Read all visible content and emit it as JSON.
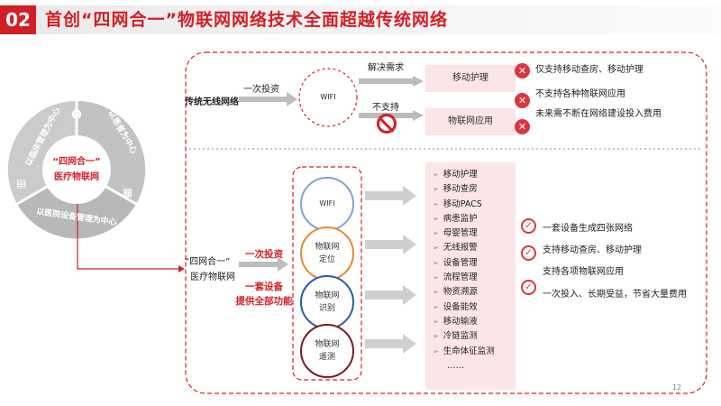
{
  "header": {
    "number": "02",
    "title": "首创“四网合一”物联网网络技术全面超越传统网络"
  },
  "ring": {
    "segments": [
      "以临床管理为中心",
      "以患者为中心",
      "以医院设备管理为中心"
    ],
    "center_line1": "“四网合一”",
    "center_line2": "医疗物联网"
  },
  "traditional": {
    "label": "传统无线网络",
    "invest_label": "一次投资",
    "wifi_label": "WIFI",
    "need_label": "解决需求",
    "unsupported_label": "不支持",
    "box_nursing": "移动护理",
    "box_iot": "物联网应用",
    "notes": [
      "仅支持移动查房、移动护理",
      "不支持各种物联网应用",
      "未来需不断在网络建设投入费用"
    ]
  },
  "four_net": {
    "label_line1": "“四网合一”",
    "label_line2": "医疗物联网",
    "invest_label": "一次投资",
    "device_line1": "一套设备",
    "device_line2": "提供全部功能",
    "circles": [
      {
        "line1": "WIFI",
        "line2": ""
      },
      {
        "line1": "物联网",
        "line2": "定位"
      },
      {
        "line1": "物联网",
        "line2": "识别"
      },
      {
        "line1": "物联网",
        "line2": "遥测"
      }
    ],
    "apps": [
      "移动护理",
      "移动查房",
      "移动PACS",
      "病患监护",
      "母婴管理",
      "无线报警",
      "设备管理",
      "流程管理",
      "物资溯源",
      "设备能效",
      "移动输液",
      "冷链监测",
      "生命体征监测",
      "……"
    ],
    "benefits": [
      "一套设备生成四张网络",
      "支持移动查房、移动护理",
      "支持各项物联网应用",
      "一次投入、长期受益，节省大量费用"
    ]
  },
  "icons": {
    "cross": "cross-icon",
    "check": "check-icon",
    "prohibited": "prohibited-icon"
  },
  "colors": {
    "accent": "#d21f26",
    "pink": "#fbe5e6",
    "gray_ring": "#c9c9c9"
  },
  "page_number": "12"
}
